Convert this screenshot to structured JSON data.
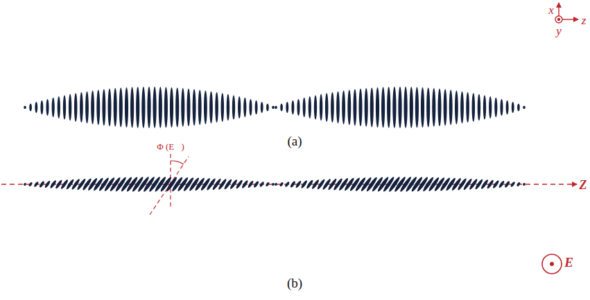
{
  "diagram": {
    "labels": [
      "x",
      "z",
      "y",
      "(a)",
      "(b)",
      "Φ (E⃗)",
      "Z",
      "E⃗"
    ]
  }
}
